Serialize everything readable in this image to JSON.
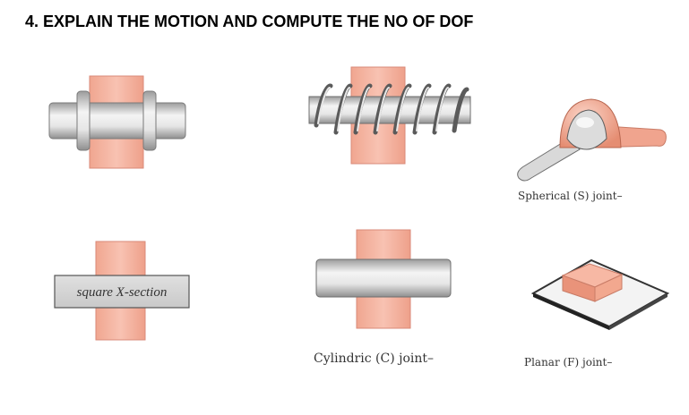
{
  "heading": "4.  EXPLAIN THE MOTION AND COMPUTE THE NO OF DOF",
  "figures": {
    "revolute": {},
    "helical": {},
    "spherical": {
      "caption": "Spherical (S) joint–"
    },
    "prismatic": {
      "label": "square X-section"
    },
    "cylindric": {
      "caption": "Cylindric (C) joint–"
    },
    "planar": {
      "caption": "Planar (F) joint–"
    }
  },
  "colors": {
    "salmon": "#f5b3a1",
    "salmon_edge": "#d98a78",
    "metal_light": "#f2f2f2",
    "metal_dark": "#9a9a9a"
  }
}
